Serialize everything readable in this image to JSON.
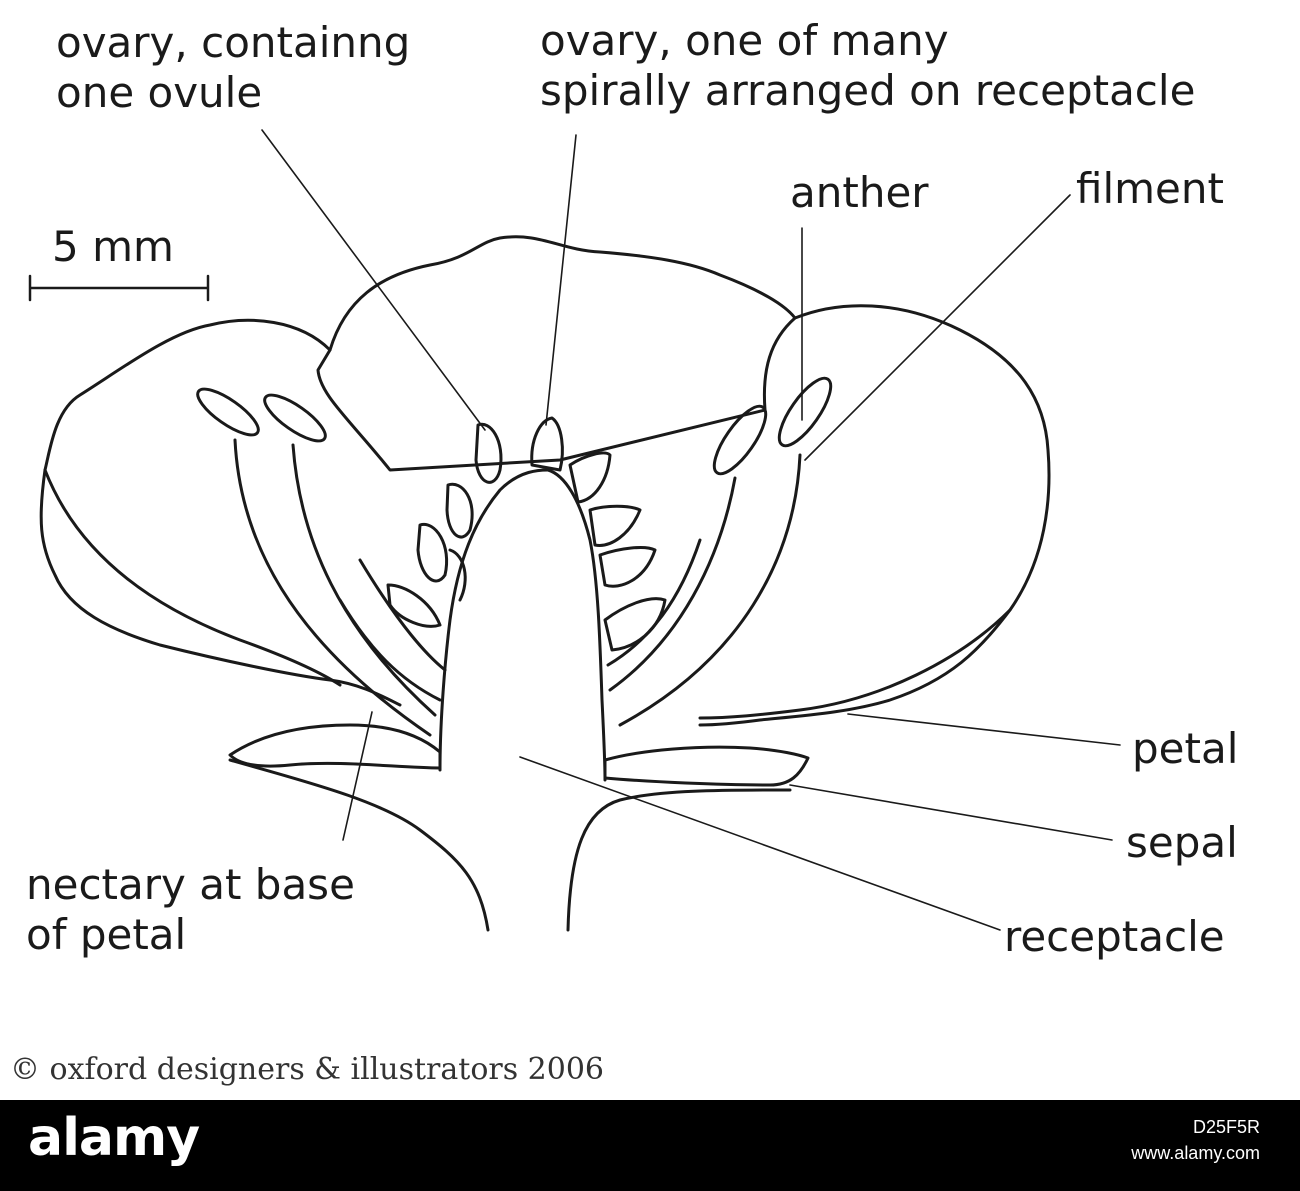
{
  "labels": {
    "ovary_one_ovule": [
      "ovary, containng",
      "one ovule"
    ],
    "ovary_spiral": [
      "ovary, one of many",
      "spirally arranged on receptacle"
    ],
    "anther": "anther",
    "filament": "filment",
    "scale": "5 mm",
    "petal": "petal",
    "sepal": "sepal",
    "receptacle": "receptacle",
    "nectary": [
      "nectary at base",
      "of petal"
    ]
  },
  "credit": "© oxford designers & illustrators 2006",
  "footer": {
    "logo": "alamy",
    "image_id": "D25F5R",
    "site": "www.alamy.com"
  },
  "colors": {
    "line": "#1a1a1a",
    "background": "#ffffff",
    "footer": "#000000"
  }
}
